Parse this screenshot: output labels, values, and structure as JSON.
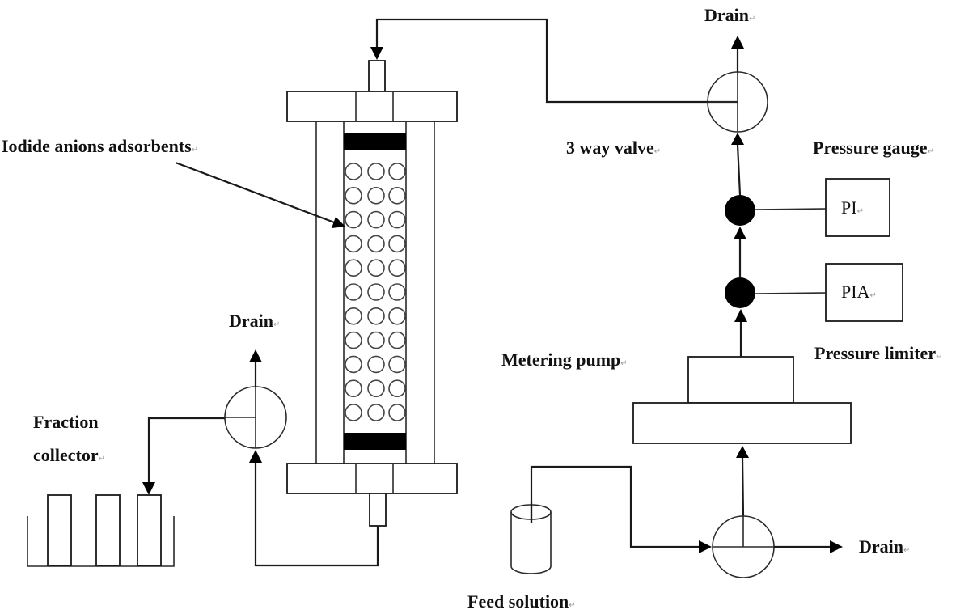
{
  "diagram": {
    "type": "process-flow",
    "labels": {
      "drain_top": "Drain",
      "three_way_valve": "3 way valve",
      "pressure_gauge": "Pressure gauge",
      "pressure_limiter": "Pressure limiter",
      "adsorbents": "Iodide anions adsorbents",
      "drain_left": "Drain",
      "fraction_collector_line1": "Fraction",
      "fraction_collector_line2": "collector",
      "metering_pump": "Metering pump",
      "feed_solution": "Feed solution",
      "drain_bottom": "Drain",
      "pi_box": "PI",
      "pia_box": "PIA"
    },
    "return_mark": "↵",
    "column": {
      "bead_rows": 11,
      "bead_cols": 3
    },
    "fraction_collector": {
      "tube_count": 3
    },
    "colors": {
      "line": "#1a1a1a",
      "background": "#ffffff",
      "filled": "#000000"
    }
  }
}
